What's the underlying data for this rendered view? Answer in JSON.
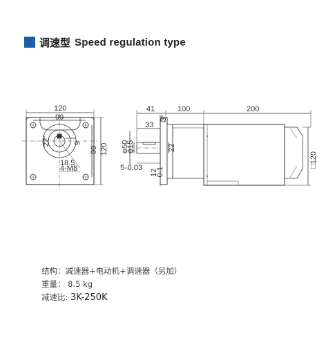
{
  "header": {
    "title_cn": "调速型",
    "title_en": "Speed regulation type"
  },
  "front_view": {
    "dim_outer_width": "120",
    "dim_bolt_width": "99",
    "dim_outer_height": "120",
    "dim_bolt_height": "99",
    "dim_shaft_key": "22",
    "dim_key_width": "6",
    "dim_offset": "18.5",
    "dim_holes": "4-M8"
  },
  "side_view": {
    "dim_41": "41",
    "dim_100": "100",
    "dim_200": "200",
    "dim_33": "33",
    "dim_7": "7",
    "dim_3": "3",
    "dim_50": "φ50",
    "dim_15": "φ15",
    "dim_22": "22",
    "dim_5": "5",
    "dim_5_tol": "-0.03",
    "dim_12": "12",
    "dim_12_tol": "-0.1",
    "dim_120": "□120"
  },
  "specs": {
    "structure": "结构：减速器+电动机+调速器（另加）",
    "weight_label": "重量：",
    "weight_value": "8.5 kg",
    "ratio_label": "减速比:",
    "ratio_value": "3K-250K"
  },
  "colors": {
    "accent": "#1a5fa8",
    "line": "#333333"
  }
}
